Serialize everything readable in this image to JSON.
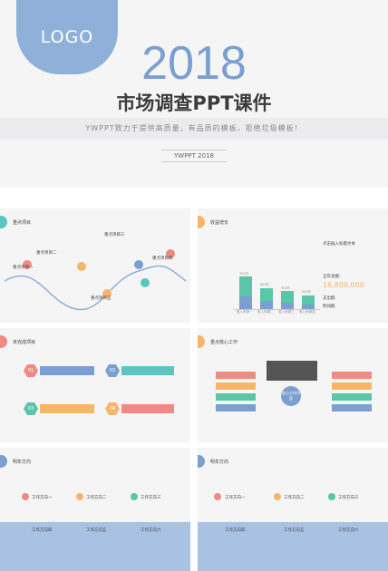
{
  "cover": {
    "logo": "LOGO",
    "year": "2018",
    "title": "市场调查PPT课件",
    "subtitle": "YWPPT致力于提供高质量，有品质的模板，拒绝垃圾模板！",
    "tag": "YWPPT 2018"
  },
  "slides": {
    "s1": {
      "title": "重点项目",
      "items": [
        "重点项目二",
        "重点项目一",
        "重点项目三",
        "重点项目四",
        "重点项目五"
      ]
    },
    "s2": {
      "title": "收益增长",
      "chart_note": "点击插入标题文本",
      "big_label": "全年总额：",
      "big_value": "16,800,000",
      "legend": [
        "支出额",
        "利润额"
      ]
    },
    "s3": {
      "title": "未完成项目",
      "nums": [
        "01",
        "02",
        "03",
        "04"
      ]
    },
    "s4": {
      "title": "重点核心工作",
      "center": "核心工作内容"
    },
    "s5": {
      "title": "明年方向",
      "dirs": [
        "工作方向一",
        "工作方向二",
        "工作方向三",
        "工作方向四",
        "工作方向五",
        "工作方向六"
      ]
    },
    "s6": {
      "title": "明年方向",
      "dirs": [
        "工作方向一",
        "工作方向二",
        "工作方向三",
        "工作方向四",
        "工作方向五",
        "工作方向六"
      ]
    }
  },
  "chart_data": {
    "type": "bar",
    "categories": [
      "收入来源一",
      "收入来源二",
      "收入来源三",
      "收入来源四"
    ],
    "series": [
      {
        "name": "支出额",
        "values": [
          40,
          25,
          20,
          15
        ]
      },
      {
        "name": "利润额",
        "values": [
          60,
          40,
          35,
          27
        ]
      }
    ],
    "data_labels": [
      "700万",
      "500万",
      "300万",
      "300万"
    ],
    "colors": {
      "支出额": "#7b9fd0",
      "利润额": "#5bc5a7"
    }
  },
  "colors": {
    "blue": "#7b9fd0",
    "green": "#5bc5a7",
    "orange": "#f7b56b",
    "pink": "#f08a85",
    "teal": "#5cc5c0"
  }
}
